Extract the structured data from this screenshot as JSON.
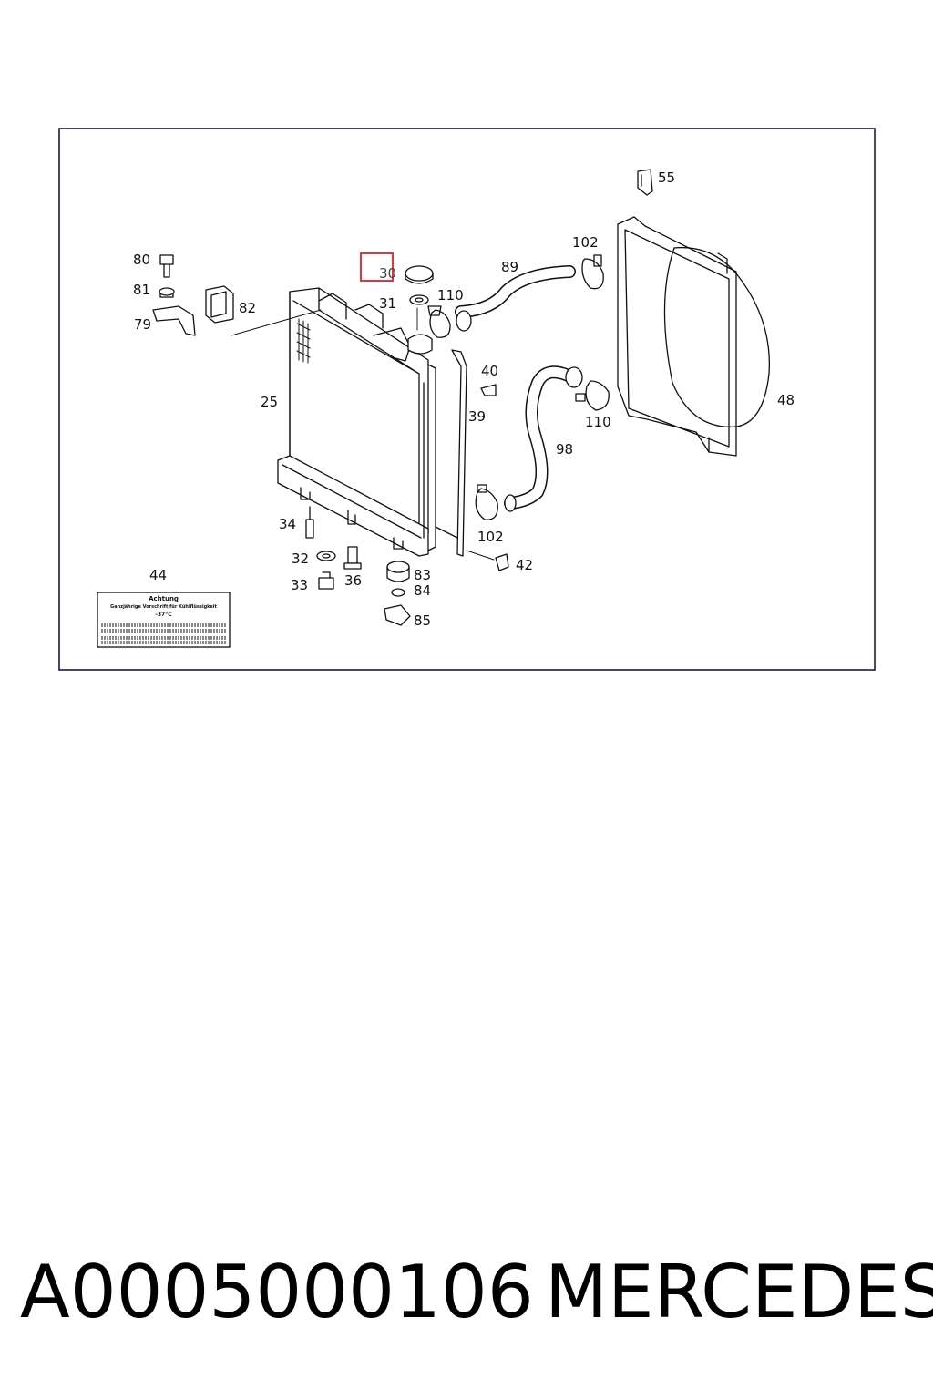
{
  "diagram": {
    "highlighted_part": "30",
    "highlight_color": "#e0363c",
    "callouts": [
      "55",
      "102",
      "80",
      "89",
      "30",
      "110",
      "81",
      "31",
      "82",
      "79",
      "40",
      "48",
      "25",
      "39",
      "110",
      "98",
      "102",
      "34",
      "42",
      "32",
      "83",
      "36",
      "33",
      "84",
      "44",
      "85"
    ],
    "sticker": {
      "heading": "Achtung",
      "line1": "Ganzjährige Vorschrift für Kühlflüssigkeit",
      "line2": "-37°C"
    }
  },
  "caption": {
    "part_number": "A0005000106",
    "brand": "MERCEDES"
  }
}
